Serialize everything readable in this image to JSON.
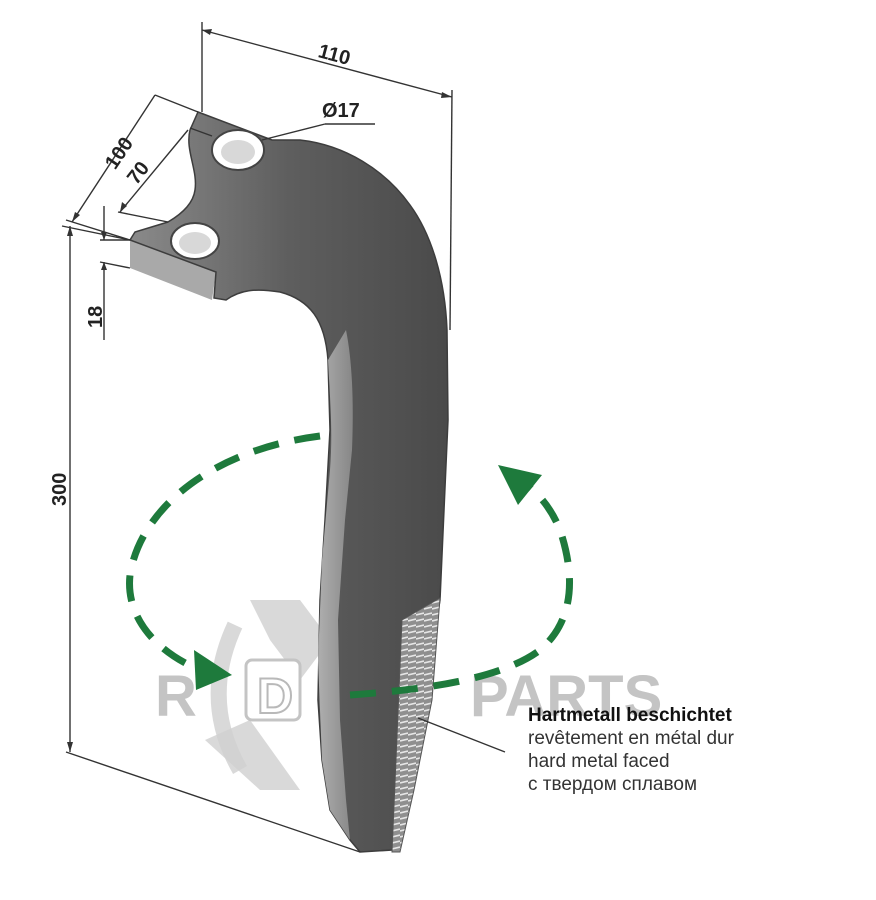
{
  "dimensions": {
    "width": "110",
    "hole_diameter": "Ø17",
    "outer_spacing": "100",
    "hole_spacing": "70",
    "thickness": "18",
    "height": "300"
  },
  "watermark": {
    "left_letter": "R",
    "mid_letter": "D",
    "right_word": "PARTS"
  },
  "legend": {
    "de": "Hartmetall beschichtet",
    "fr": "revêtement en métal dur",
    "en": "hard metal faced",
    "ru": "с твердом сплавом"
  },
  "colors": {
    "arrow": "#1e7a3c",
    "blade": "#6b6b6b",
    "watermark": "#c9c9c9",
    "line": "#333333"
  }
}
